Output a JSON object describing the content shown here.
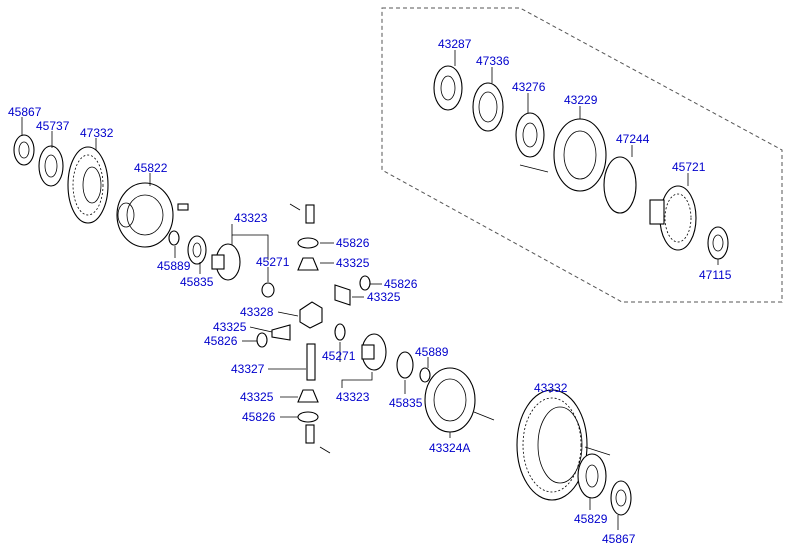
{
  "diagram": {
    "labels": {
      "l_45867_a": "45867",
      "l_45737": "45737",
      "l_47332": "47332",
      "l_45822": "45822",
      "l_45889_a": "45889",
      "l_45835_a": "45835",
      "l_43323_a": "43323",
      "l_45271_a": "45271",
      "l_45826_a": "45826",
      "l_43325_a": "43325",
      "l_45826_b": "45826",
      "l_43325_b": "43325",
      "l_43328": "43328",
      "l_43325_c": "43325",
      "l_45826_c": "45826",
      "l_43327": "43327",
      "l_45271_b": "45271",
      "l_43323_b": "43323",
      "l_45889_b": "45889",
      "l_45835_b": "45835",
      "l_43325_d": "43325",
      "l_45826_d": "45826",
      "l_43324A": "43324A",
      "l_43332": "43332",
      "l_45829": "45829",
      "l_45867_b": "45867",
      "l_43287": "43287",
      "l_47336": "47336",
      "l_43276": "43276",
      "l_43229": "43229",
      "l_47244": "47244",
      "l_45721": "45721",
      "l_47115": "47115"
    }
  }
}
